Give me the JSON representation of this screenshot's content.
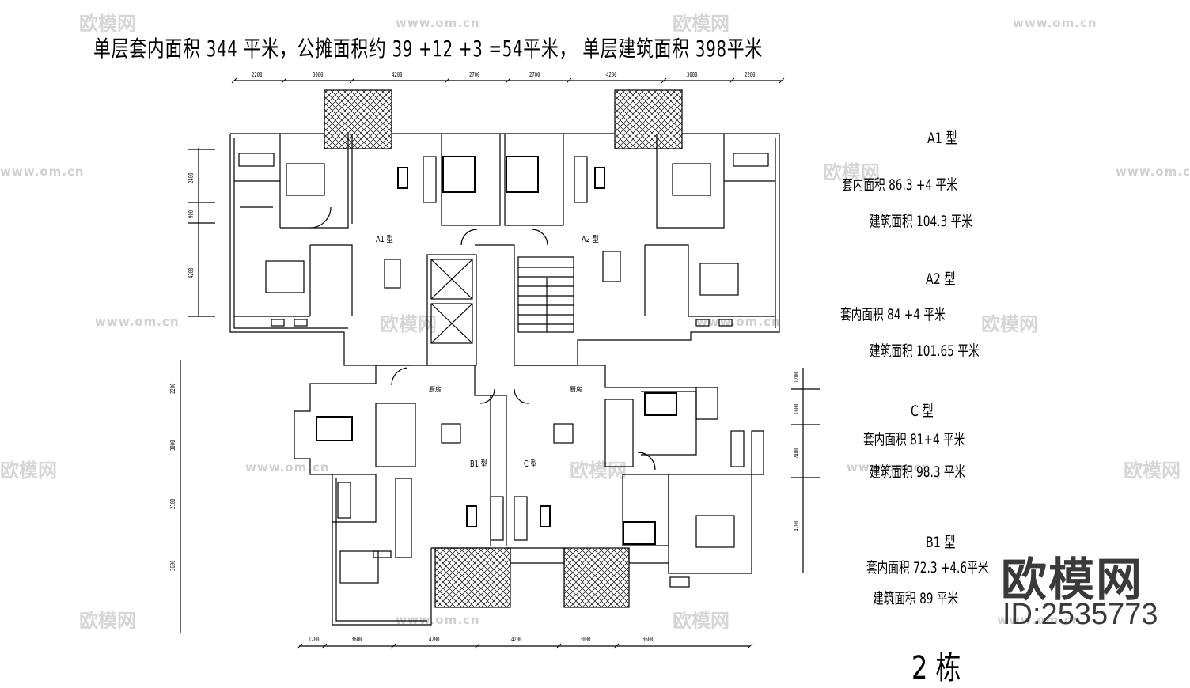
{
  "drawing": {
    "title": "单层套内面积 344  平米，公摊面积约 39 +12 +3  =54平米，  单层建筑面积 398平米",
    "building_label": "2 栋"
  },
  "dimensions": {
    "top": [
      "2200",
      "3000",
      "4200",
      "2700",
      "2700",
      "4200",
      "3000",
      "2200"
    ],
    "bottom": [
      "1200",
      "3600",
      "4200",
      "4200",
      "3000",
      "3600"
    ],
    "left_upper": [
      "2400",
      "900",
      "4200"
    ],
    "left_lower": [
      "2200",
      "3000",
      "2100",
      "3600"
    ],
    "right": [
      "1200",
      "1600",
      "2400",
      "4200"
    ]
  },
  "units_on_plan": {
    "a1": "A1 型",
    "a2": "A2 型",
    "b1": "B1 型",
    "c": "C 型",
    "kitchen": "厨房"
  },
  "legend": [
    {
      "type": "A1 型",
      "inner_area": "套内面积 86.3 +4 平米",
      "building_area": "建筑面积 104.3  平米"
    },
    {
      "type": "A2 型",
      "inner_area": "套内面积 84 +4 平米",
      "building_area": "建筑面积 101.65  平米"
    },
    {
      "type": "C 型",
      "inner_area": "套内面积 81+4 平米",
      "building_area": "建筑面积 98.3  平米"
    },
    {
      "type": "B1 型",
      "inner_area": "套内面积 72.3 +4.6平米",
      "building_area": "建筑面积 89  平米"
    }
  ],
  "watermark": {
    "brand": "欧模网",
    "id": "ID:2535773",
    "url": "www.om.cn"
  }
}
